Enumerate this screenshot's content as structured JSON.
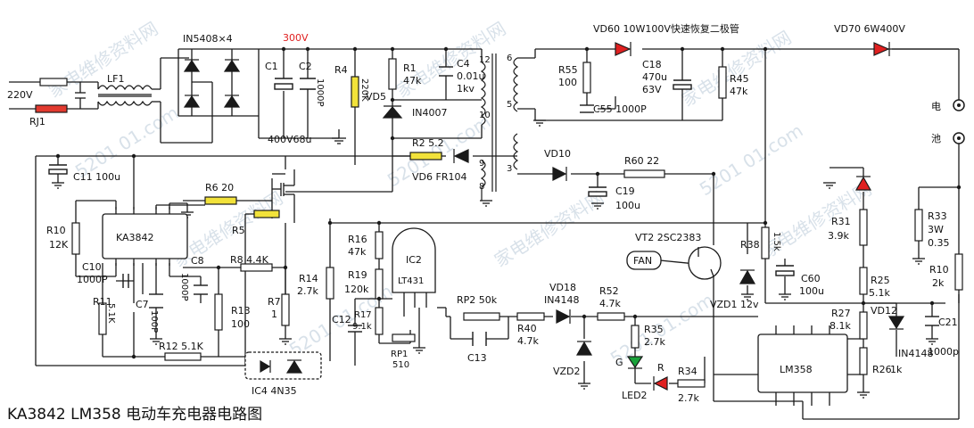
{
  "title": "KA3842 LM358 电动车充电器电路图",
  "watermarks": [
    "家电维修资料网",
    "5201 01.com"
  ],
  "colors": {
    "wire": "#1a1a1a",
    "resistor_yellow": "#f2e23a",
    "resistor_red": "#e23a2f",
    "diode_red": "#e02020",
    "led_green": "#19a23a",
    "source_voltage_red": "#e02020",
    "watermark": "#b9c9d8"
  },
  "labels": {
    "input_voltage": "220V",
    "rj1": "RJ1",
    "lf1": "LF1",
    "bridge": "IN5408×4",
    "hv": "300V",
    "c1": "C1",
    "c2": "C2",
    "c2_value": "1000P",
    "c1_value": "400V68u",
    "r4": "R4",
    "r4_value": "220K",
    "r1": "R1",
    "r1_value": "47k",
    "c4": "C4",
    "c4_value": "0.01u",
    "c4_voltage": "1kv",
    "vd5": "VD5",
    "vd5_value": "IN4007",
    "t_pin12": "12",
    "t_pin10": "10",
    "t_pin6": "6",
    "t_pin5": "5",
    "t_pin3": "3",
    "t_pin9": "9",
    "t_pin8": "8",
    "vd60": "VD60  10W100V快速恢复二极管",
    "vd70": "VD70  6W400V",
    "r55": "R55",
    "r55_value": "100",
    "c18": "C18",
    "c18_value": "470u",
    "c18_voltage": "63V",
    "r45": "R45",
    "r45_value": "47k",
    "c55": "C55 1000P",
    "battery_1": "电",
    "battery_2": "池",
    "r2": "R2  5.2",
    "vd6": "VD6  FR104",
    "vd10": "VD10",
    "r60": "R60  22",
    "c19": "C19",
    "c19_value": "100u",
    "c11": "C11  100u",
    "r6": "R6  20",
    "r5": "R5",
    "r10": "R10",
    "r10_value": "12K",
    "ka3842": "KA3842",
    "c10": "C10",
    "c10_value": "1000P",
    "c8": "C8",
    "c8_value": "1000P",
    "r8": "R8  4.4K",
    "r11": "R11",
    "r11_value": "5.1K",
    "c7": "C7",
    "c7_value": "100P",
    "r13": "R13",
    "r13_value": "100",
    "r7": "R7",
    "r7_value": "1",
    "r12": "R12  5.1K",
    "ic4": "IC4  4N35",
    "r16": "R16",
    "r16_value": "47k",
    "r19": "R19",
    "r19_value": "120k",
    "r14": "R14",
    "r14_value": "2.7k",
    "c12": "C12",
    "r17": "R17",
    "r17_value": "9.1k",
    "rp1": "RP1",
    "rp1_value": "510",
    "ic2": "IC2",
    "lt431": "LT431",
    "rp2": "RP2  50k",
    "c13": "C13",
    "r40": "R40",
    "r40_value": "4.7k",
    "vd18": "VD18",
    "vd18_value": "IN4148",
    "r52": "R52",
    "r52_value": "4.7k",
    "vzd2": "VZD2",
    "r35": "R35",
    "r35_value": "2.7k",
    "led_g": "G",
    "led_r": "R",
    "led2": "LED2",
    "r34": "R34",
    "r34_value": "2.7k",
    "vt2": "VT2  2SC2383",
    "fan": "FAN",
    "r38": "R38",
    "r38_value": "1.5k",
    "vzd1": "VZD1  12v",
    "c60": "C60",
    "c60_value": "100u",
    "lm358": "LM358",
    "r31": "R31",
    "r31_value": "3.9k",
    "r33": "R33",
    "r33_value": "3W",
    "r33_value2": "0.35",
    "r10b": "R10",
    "r10b_value": "2k",
    "r25": "R25",
    "r25_value": "5.1k",
    "r27": "R27",
    "r27_value": "8.1k",
    "vd12": "VD12",
    "vd12_value": "IN4148",
    "r26": "R26",
    "r26_value": "1k",
    "c21": "C21",
    "c21_value": "1000p"
  }
}
